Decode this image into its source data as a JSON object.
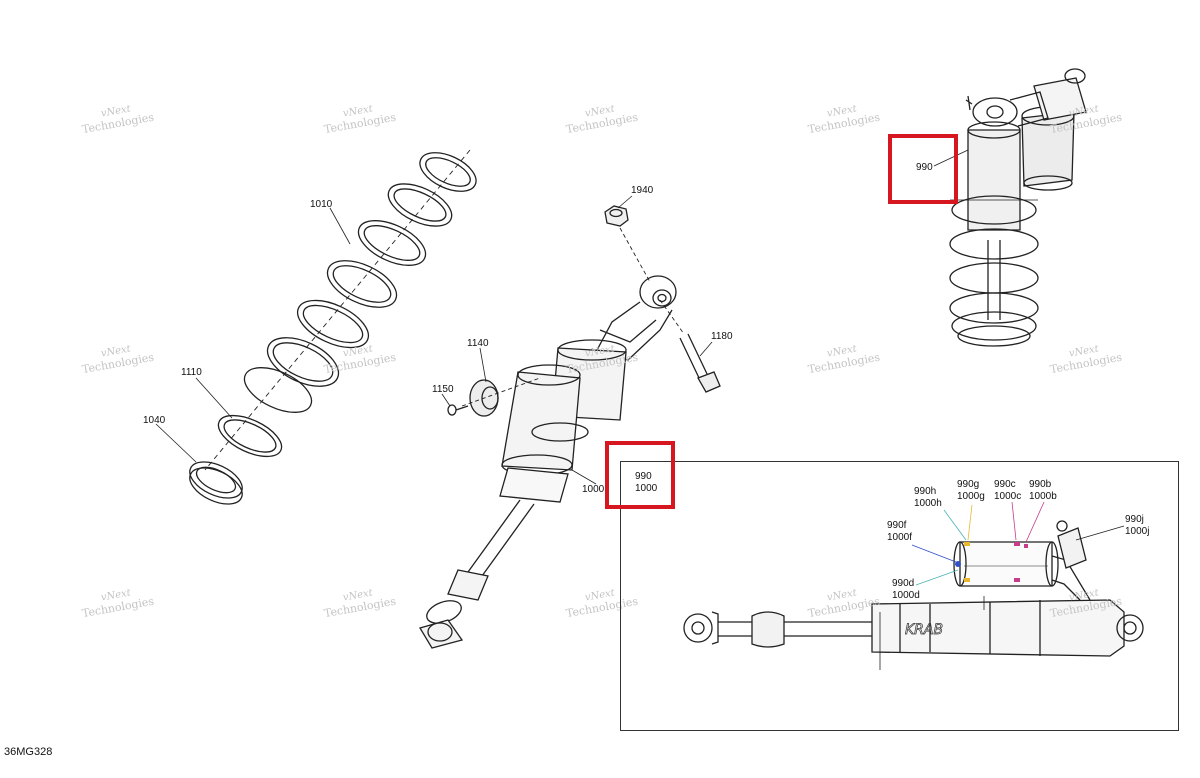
{
  "diagram_code": "36MG328",
  "watermark": {
    "line1": "vNext",
    "line2": "Technologies"
  },
  "callouts": {
    "c1010": "1010",
    "c1110": "1110",
    "c1040": "1040",
    "c1940": "1940",
    "c1140": "1140",
    "c1150": "1150",
    "c1180": "1180",
    "c1000": "1000",
    "c990_top": "990",
    "hot990_line1": "990",
    "hot990_line2": "1000",
    "c990h": "990h\n1000h",
    "c990g": "990g\n1000g",
    "c990c": "990c\n1000c",
    "c990b": "990b\n1000b",
    "c990f": "990f\n1000f",
    "c990d": "990d\n1000d",
    "c990j": "990j\n1000j"
  },
  "colors": {
    "highlight": "#d7171f",
    "line": "#222222",
    "watermark": "#c4c4c4"
  }
}
